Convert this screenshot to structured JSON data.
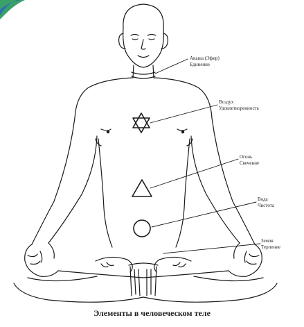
{
  "colors": {
    "ink": "#1a1a1a",
    "logo_green": "#3aa06a",
    "logo_blue": "#2e6fb0"
  },
  "logo": {
    "icon": "corner-swoosh-logo"
  },
  "labels": {
    "akasha_name": "Акаша (Эфир)",
    "akasha_quality": "Единение",
    "air_name": "Воздух",
    "air_quality": "Удовлетворенность",
    "fire_name": "Огонь",
    "fire_quality": "Свечение",
    "water_name": "Вода",
    "water_quality": "Чистота",
    "earth_name": "Земля",
    "earth_quality": "Терпение"
  },
  "caption": "Элементы в человеческом теле"
}
